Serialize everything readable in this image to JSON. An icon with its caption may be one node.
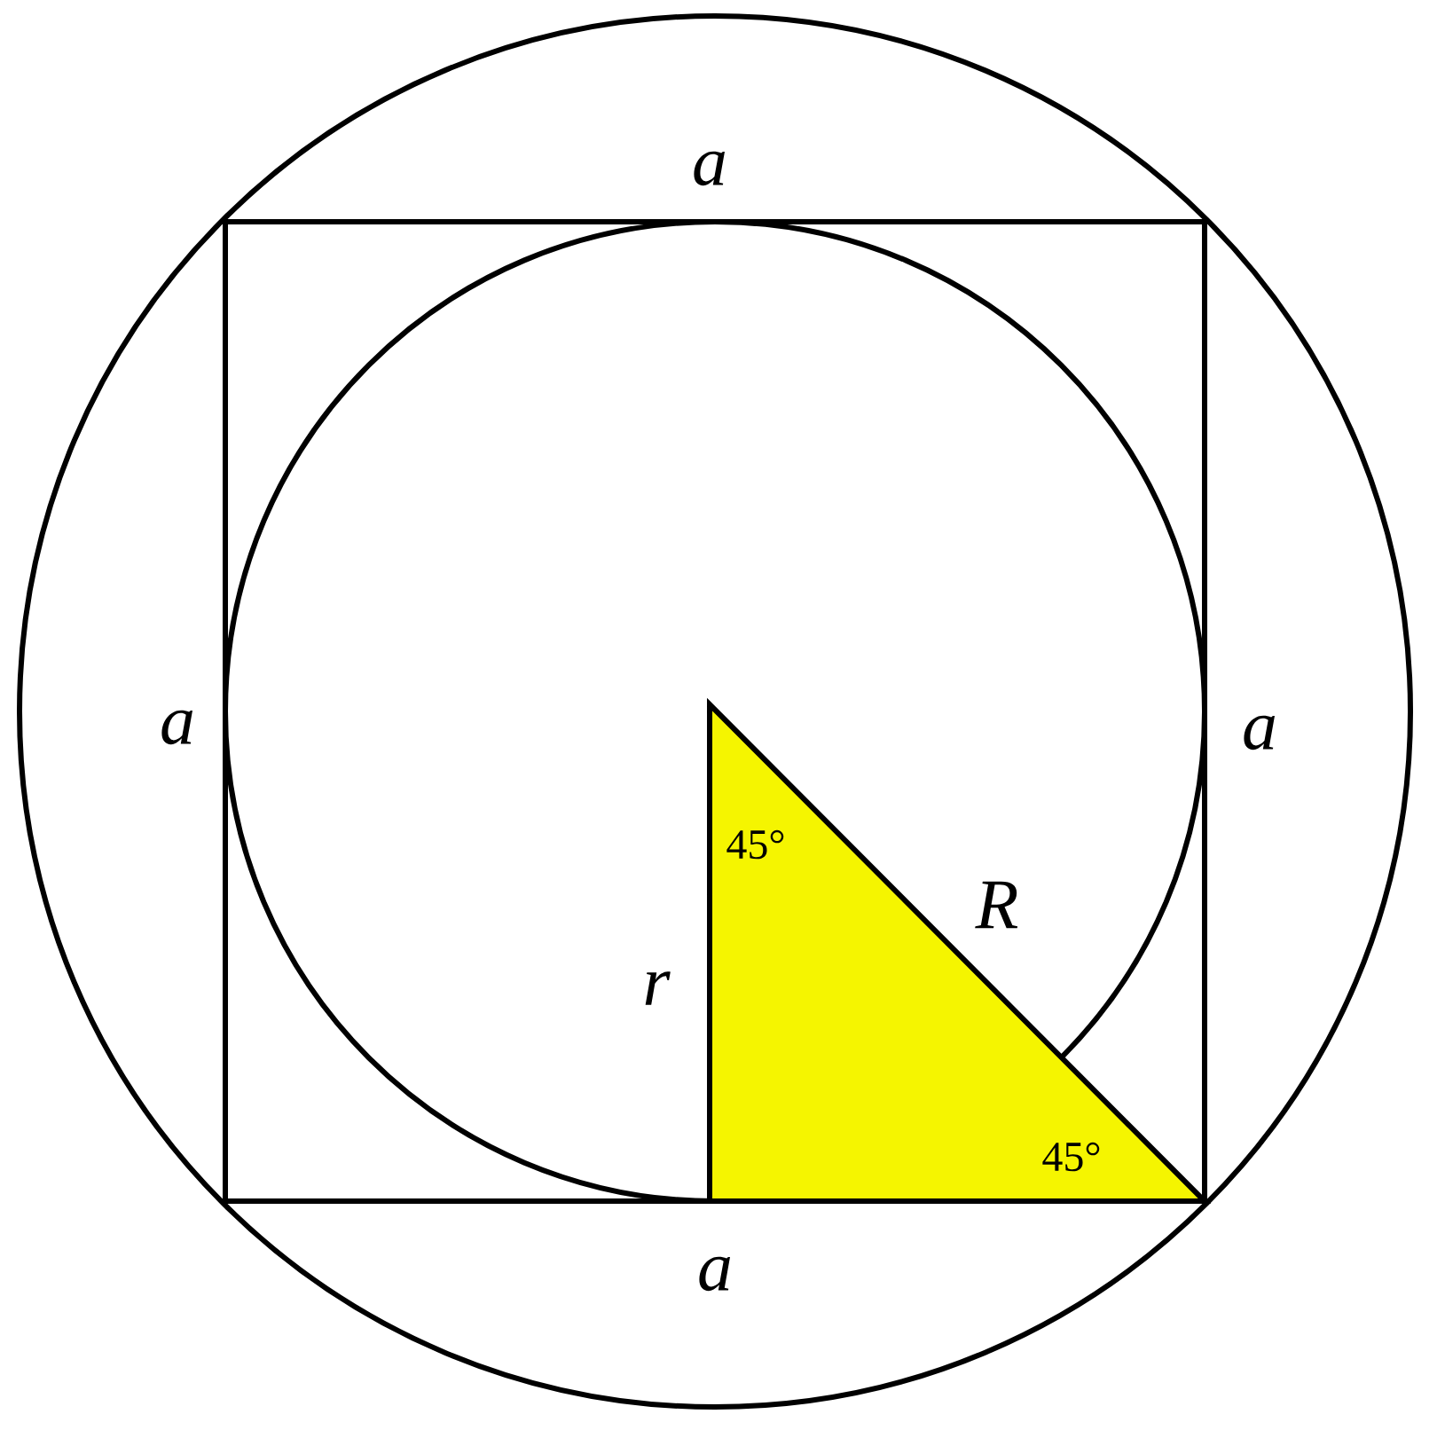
{
  "diagram": {
    "nodes": [
      {
        "text": [
          "45°",
          "45°"
        ]
      }
    ],
    "labels": [
      "a",
      "a",
      "a",
      "R",
      "r",
      "a"
    ]
  }
}
